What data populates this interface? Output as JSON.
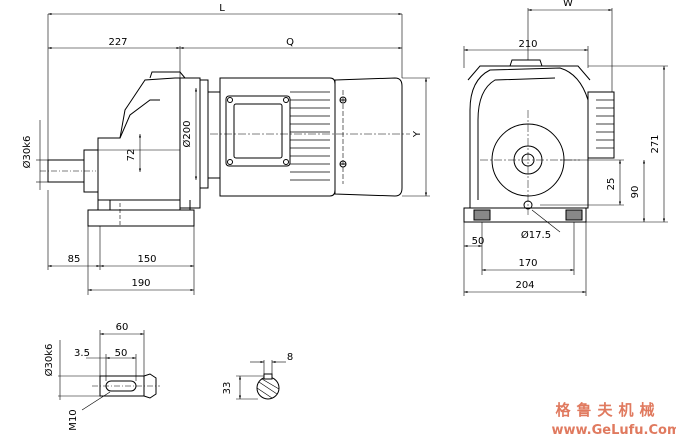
{
  "dimensions": {
    "L": "L",
    "d227": "227",
    "Q": "Q",
    "d72": "72",
    "shaft_dia": "Ø30k6",
    "flange_dia": "Ø200",
    "d85": "85",
    "d150": "150",
    "d190": "190",
    "W": "W",
    "d210": "210",
    "d271": "271",
    "d25": "25",
    "d90": "90",
    "Y": "Y",
    "d50": "50",
    "hole_dia": "Ø17.5",
    "d170": "170",
    "d204": "204",
    "detail_60": "60",
    "detail_3_5": "3.5",
    "detail_50": "50",
    "detail_shaft_dia": "Ø30k6",
    "thread": "M10",
    "key_8": "8",
    "key_33": "33"
  },
  "watermark": {
    "cn": "格鲁夫机械",
    "url": "www.GeLufu.Com"
  },
  "colors": {
    "line": "#000000",
    "watermark": "#e07a5f"
  }
}
